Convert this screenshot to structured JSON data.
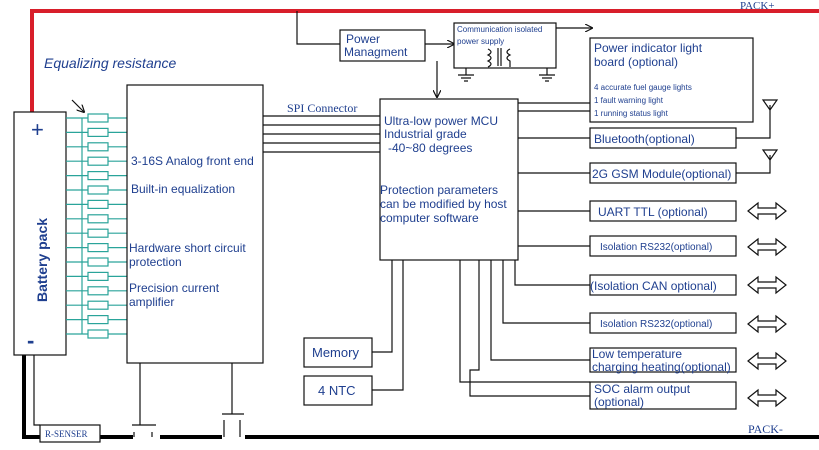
{
  "rails": {
    "pack_plus": "PACK+",
    "pack_minus": "PACK-"
  },
  "left": {
    "equalizing_resistance": "Equalizing resistance",
    "battery_pack": "Battery pack",
    "plus_sign": "+",
    "minus_sign": "-",
    "r_senser": "R-SENSER"
  },
  "afe": {
    "line1": "3-16S Analog front end",
    "line2": "Built-in equalization",
    "line3a": "Hardware short circuit",
    "line3b": "protection",
    "line4a": "Precision current",
    "line4b": "amplifier"
  },
  "spi": "SPI Connector",
  "power_mgmt": [
    "Power",
    "Managment"
  ],
  "comm_isolated": [
    "Communication isolated",
    "power supply"
  ],
  "mcu": {
    "line1": "Ultra-low power MCU",
    "line2": "Industrial grade",
    "line3": "-40~80 degrees",
    "line4": "Protection parameters",
    "line5": "can be modified by host",
    "line6": "computer software"
  },
  "memory": "Memory",
  "ntc": "4 NTC",
  "indicator": {
    "title1": "Power indicator light",
    "title2": "board (optional)",
    "item1": "4 accurate fuel gauge lights",
    "item2": "1 fault warning light",
    "item3": "1 running status light"
  },
  "modules": {
    "bluetooth": "Bluetooth(optional)",
    "gsm": "2G GSM Module(optional)",
    "uart": "UART TTL (optional)",
    "rs232a": "Isolation RS232(optional)",
    "can": "(Isolation CAN optional)",
    "rs232b": "Isolation RS232(optional)",
    "lowtemp1": "Low temperature",
    "lowtemp2": "charging heating(optional)",
    "soc1": "SOC alarm output",
    "soc2": "(optional)"
  }
}
